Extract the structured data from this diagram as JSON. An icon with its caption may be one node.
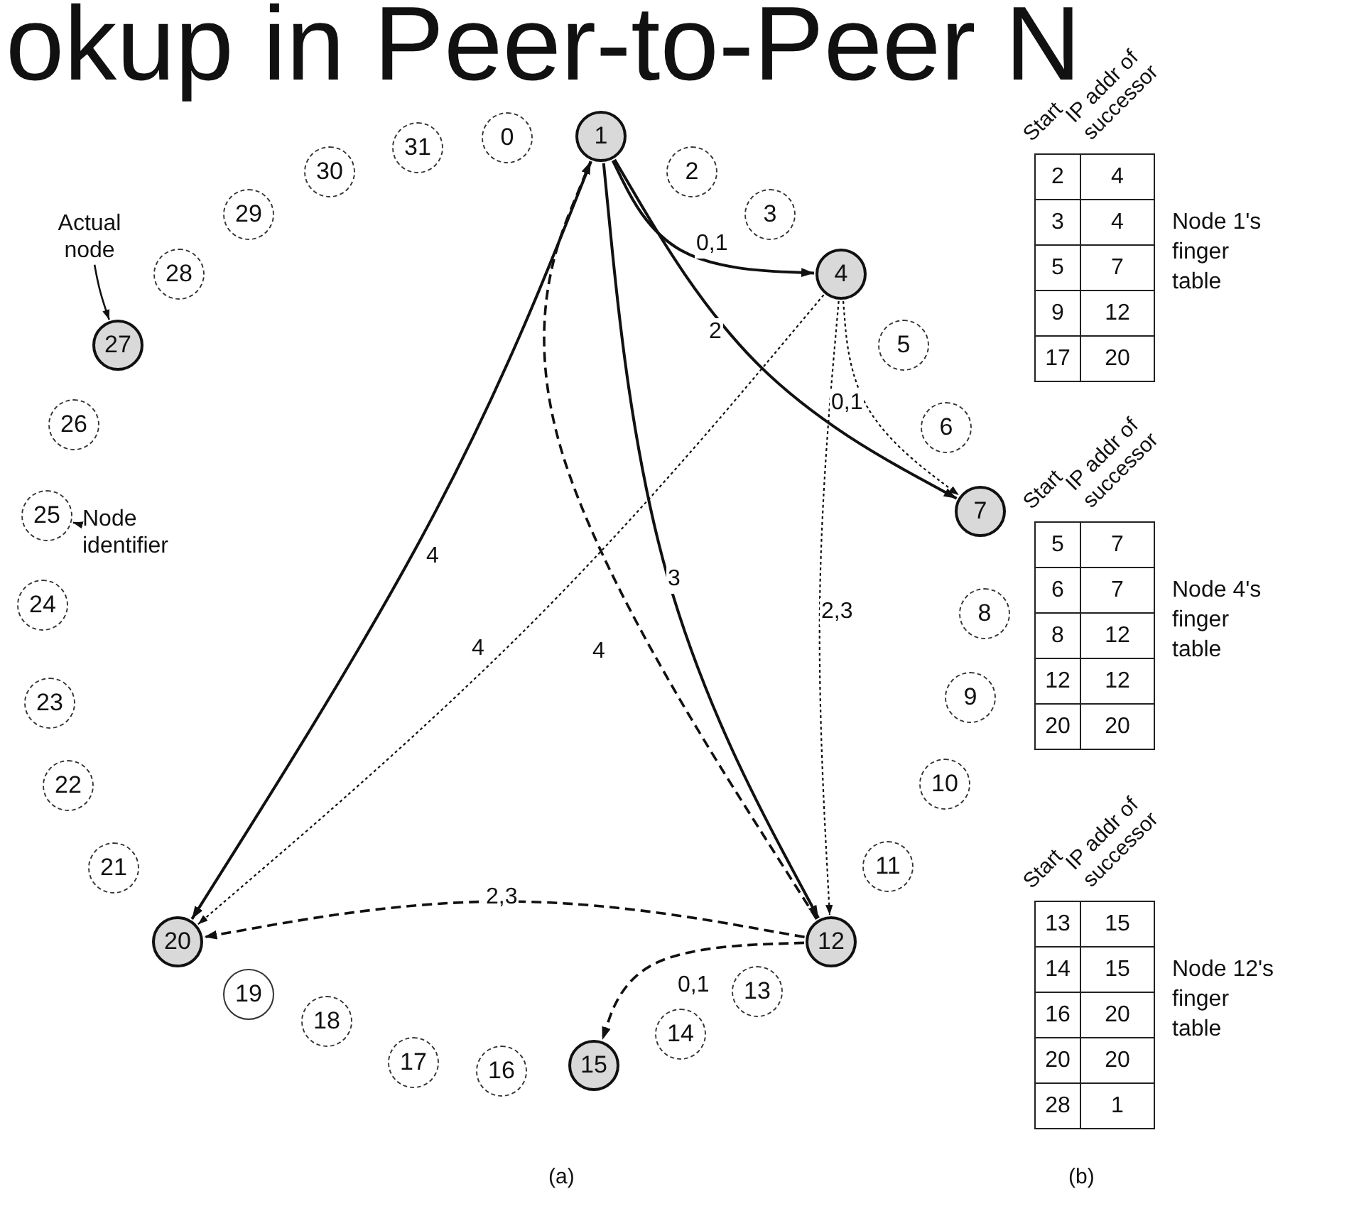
{
  "diagram": {
    "title": "okup in Peer-to-Peer N",
    "nodes": [
      {
        "text": [
          "0"
        ]
      },
      {
        "text": [
          "1"
        ]
      },
      {
        "text": [
          "2"
        ]
      },
      {
        "text": [
          "3"
        ]
      },
      {
        "text": [
          "4"
        ]
      },
      {
        "text": [
          "5"
        ]
      },
      {
        "text": [
          "6"
        ]
      },
      {
        "text": [
          "7"
        ]
      },
      {
        "text": [
          "8"
        ]
      },
      {
        "text": [
          "9"
        ]
      },
      {
        "text": [
          "10"
        ]
      },
      {
        "text": [
          "11"
        ]
      },
      {
        "text": [
          "12"
        ]
      },
      {
        "text": [
          "13"
        ]
      },
      {
        "text": [
          "14"
        ]
      },
      {
        "text": [
          "15"
        ]
      },
      {
        "text": [
          "16"
        ]
      },
      {
        "text": [
          "17"
        ]
      },
      {
        "text": [
          "18"
        ]
      },
      {
        "text": [
          "19"
        ]
      },
      {
        "text": [
          "20"
        ]
      },
      {
        "text": [
          "21"
        ]
      },
      {
        "text": [
          "22"
        ]
      },
      {
        "text": [
          "23"
        ]
      },
      {
        "text": [
          "24"
        ]
      },
      {
        "text": [
          "25"
        ]
      },
      {
        "text": [
          "26"
        ]
      },
      {
        "text": [
          "27"
        ]
      },
      {
        "text": [
          "28"
        ]
      },
      {
        "text": [
          "29"
        ]
      },
      {
        "text": [
          "30"
        ]
      },
      {
        "text": [
          "31"
        ]
      },
      {
        "text": [
          "Actual node"
        ]
      },
      {
        "text": [
          "Node identifier"
        ]
      }
    ],
    "edges": [
      {
        "from": 1,
        "to": 4,
        "arrow": "to",
        "label": "0,1"
      },
      {
        "from": 1,
        "to": 7,
        "arrow": "to",
        "label": "2"
      },
      {
        "from": 1,
        "to": 12,
        "arrow": "to",
        "label": "3"
      },
      {
        "from": 1,
        "to": 20,
        "arrow": "to",
        "label": "4"
      },
      {
        "from": 4,
        "to": 7,
        "arrow": "to",
        "label": "0,1",
        "style": "dashed"
      },
      {
        "from": 4,
        "to": 12,
        "arrow": "to",
        "label": "2,3",
        "style": "dashed"
      },
      {
        "from": 4,
        "to": 20,
        "arrow": "to",
        "label": "4",
        "style": "dashed"
      },
      {
        "from": 12,
        "to": 1,
        "arrow": "to",
        "label": "4",
        "style": "dashed"
      },
      {
        "from": 12,
        "to": 20,
        "arrow": "to",
        "label": "2,3",
        "style": "dashed"
      },
      {
        "from": 12,
        "to": 15,
        "arrow": "to",
        "label": "0,1",
        "style": "dashed"
      },
      {
        "from": 32,
        "to": 27,
        "arrow": "to"
      },
      {
        "from": 33,
        "to": 25,
        "arrow": "to"
      }
    ],
    "labels": [
      "Start",
      "IP addr of successor",
      "2",
      "4",
      "3",
      "4",
      "5",
      "7",
      "9",
      "12",
      "17",
      "20",
      "Node 1's finger table",
      "Start",
      "IP addr of successor",
      "5",
      "7",
      "6",
      "7",
      "8",
      "12",
      "12",
      "12",
      "20",
      "20",
      "Node 4's finger table",
      "Start",
      "IP addr of successor",
      "13",
      "15",
      "14",
      "15",
      "16",
      "20",
      "20",
      "20",
      "28",
      "1",
      "Node 12's finger table",
      "(a)",
      "(b)"
    ]
  }
}
